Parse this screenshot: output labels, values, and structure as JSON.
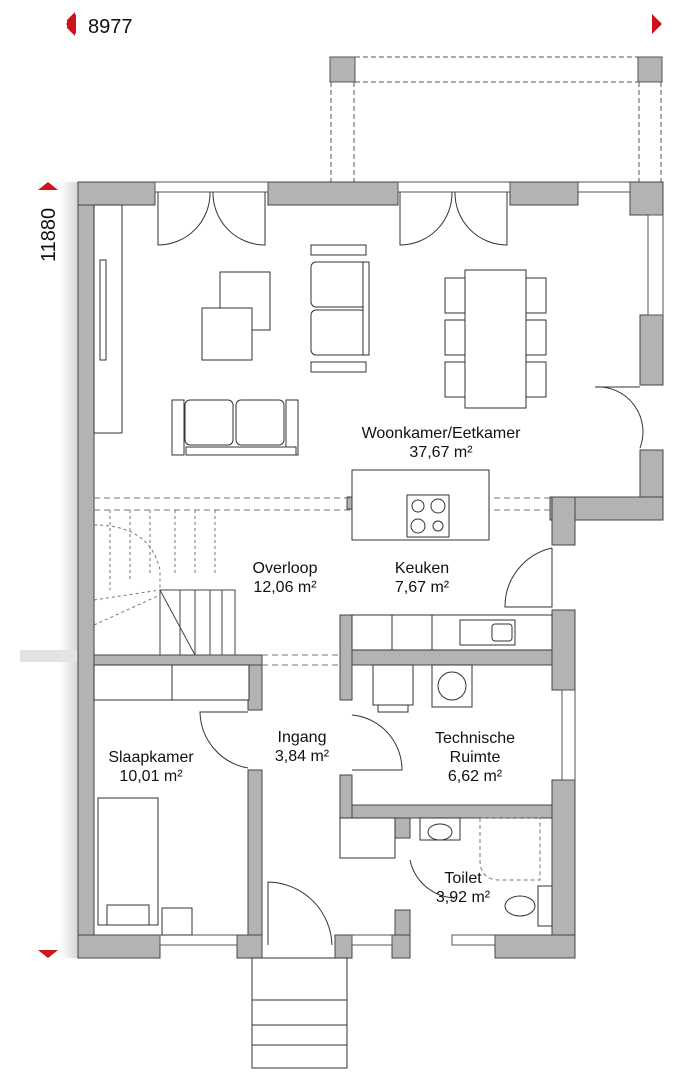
{
  "dimensions": {
    "width": "8977",
    "depth": "11880"
  },
  "colors": {
    "wall": "#b3b3b3",
    "accent": "#d0121b",
    "line": "#333333"
  },
  "rooms": [
    {
      "name": "Woonkamer/Eetkamer",
      "area": "37,67 m²"
    },
    {
      "name": "Overloop",
      "area": "12,06 m²"
    },
    {
      "name": "Keuken",
      "area": "7,67 m²"
    },
    {
      "name": "Ingang",
      "area": "3,84 m²"
    },
    {
      "name": "Slaapkamer",
      "area": "10,01 m²"
    },
    {
      "name": "Technische Ruimte",
      "area": "6,62 m²"
    },
    {
      "name": "Toilet",
      "area": "3,92 m²"
    }
  ]
}
